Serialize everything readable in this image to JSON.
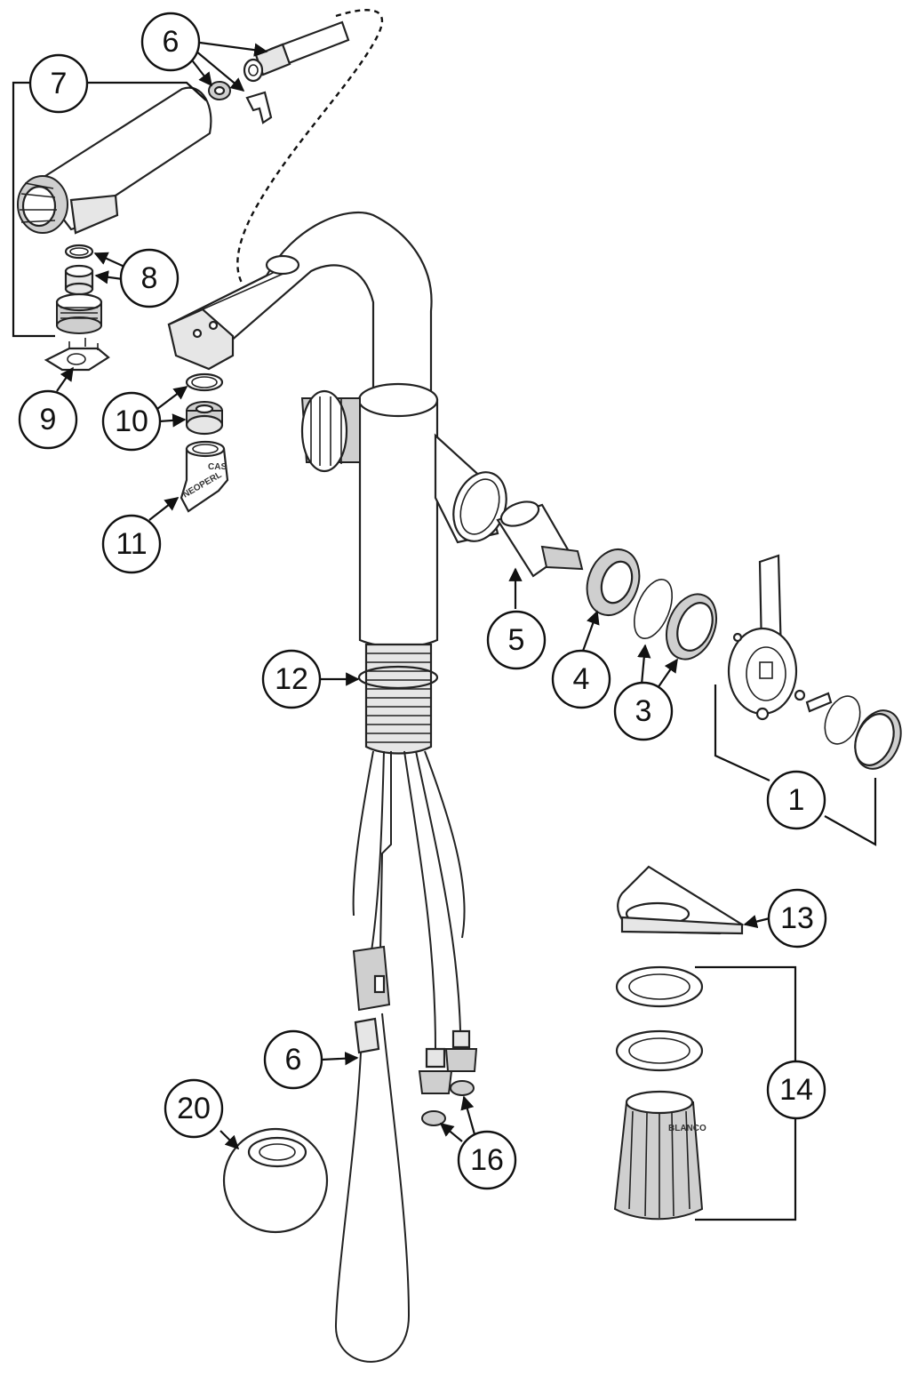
{
  "callouts": [
    {
      "label": "1"
    },
    {
      "label": "3"
    },
    {
      "label": "4"
    },
    {
      "label": "5"
    },
    {
      "label": "6"
    },
    {
      "label": "6"
    },
    {
      "label": "7"
    },
    {
      "label": "8"
    },
    {
      "label": "9"
    },
    {
      "label": "10"
    },
    {
      "label": "11"
    },
    {
      "label": "12"
    },
    {
      "label": "13"
    },
    {
      "label": "14"
    },
    {
      "label": "16"
    },
    {
      "label": "20"
    }
  ],
  "part_text": {
    "aerator_tool_brand": "NEOPERL",
    "aerator_tool_code": "CAS",
    "mounting_nut_brand": "BLANCO"
  }
}
